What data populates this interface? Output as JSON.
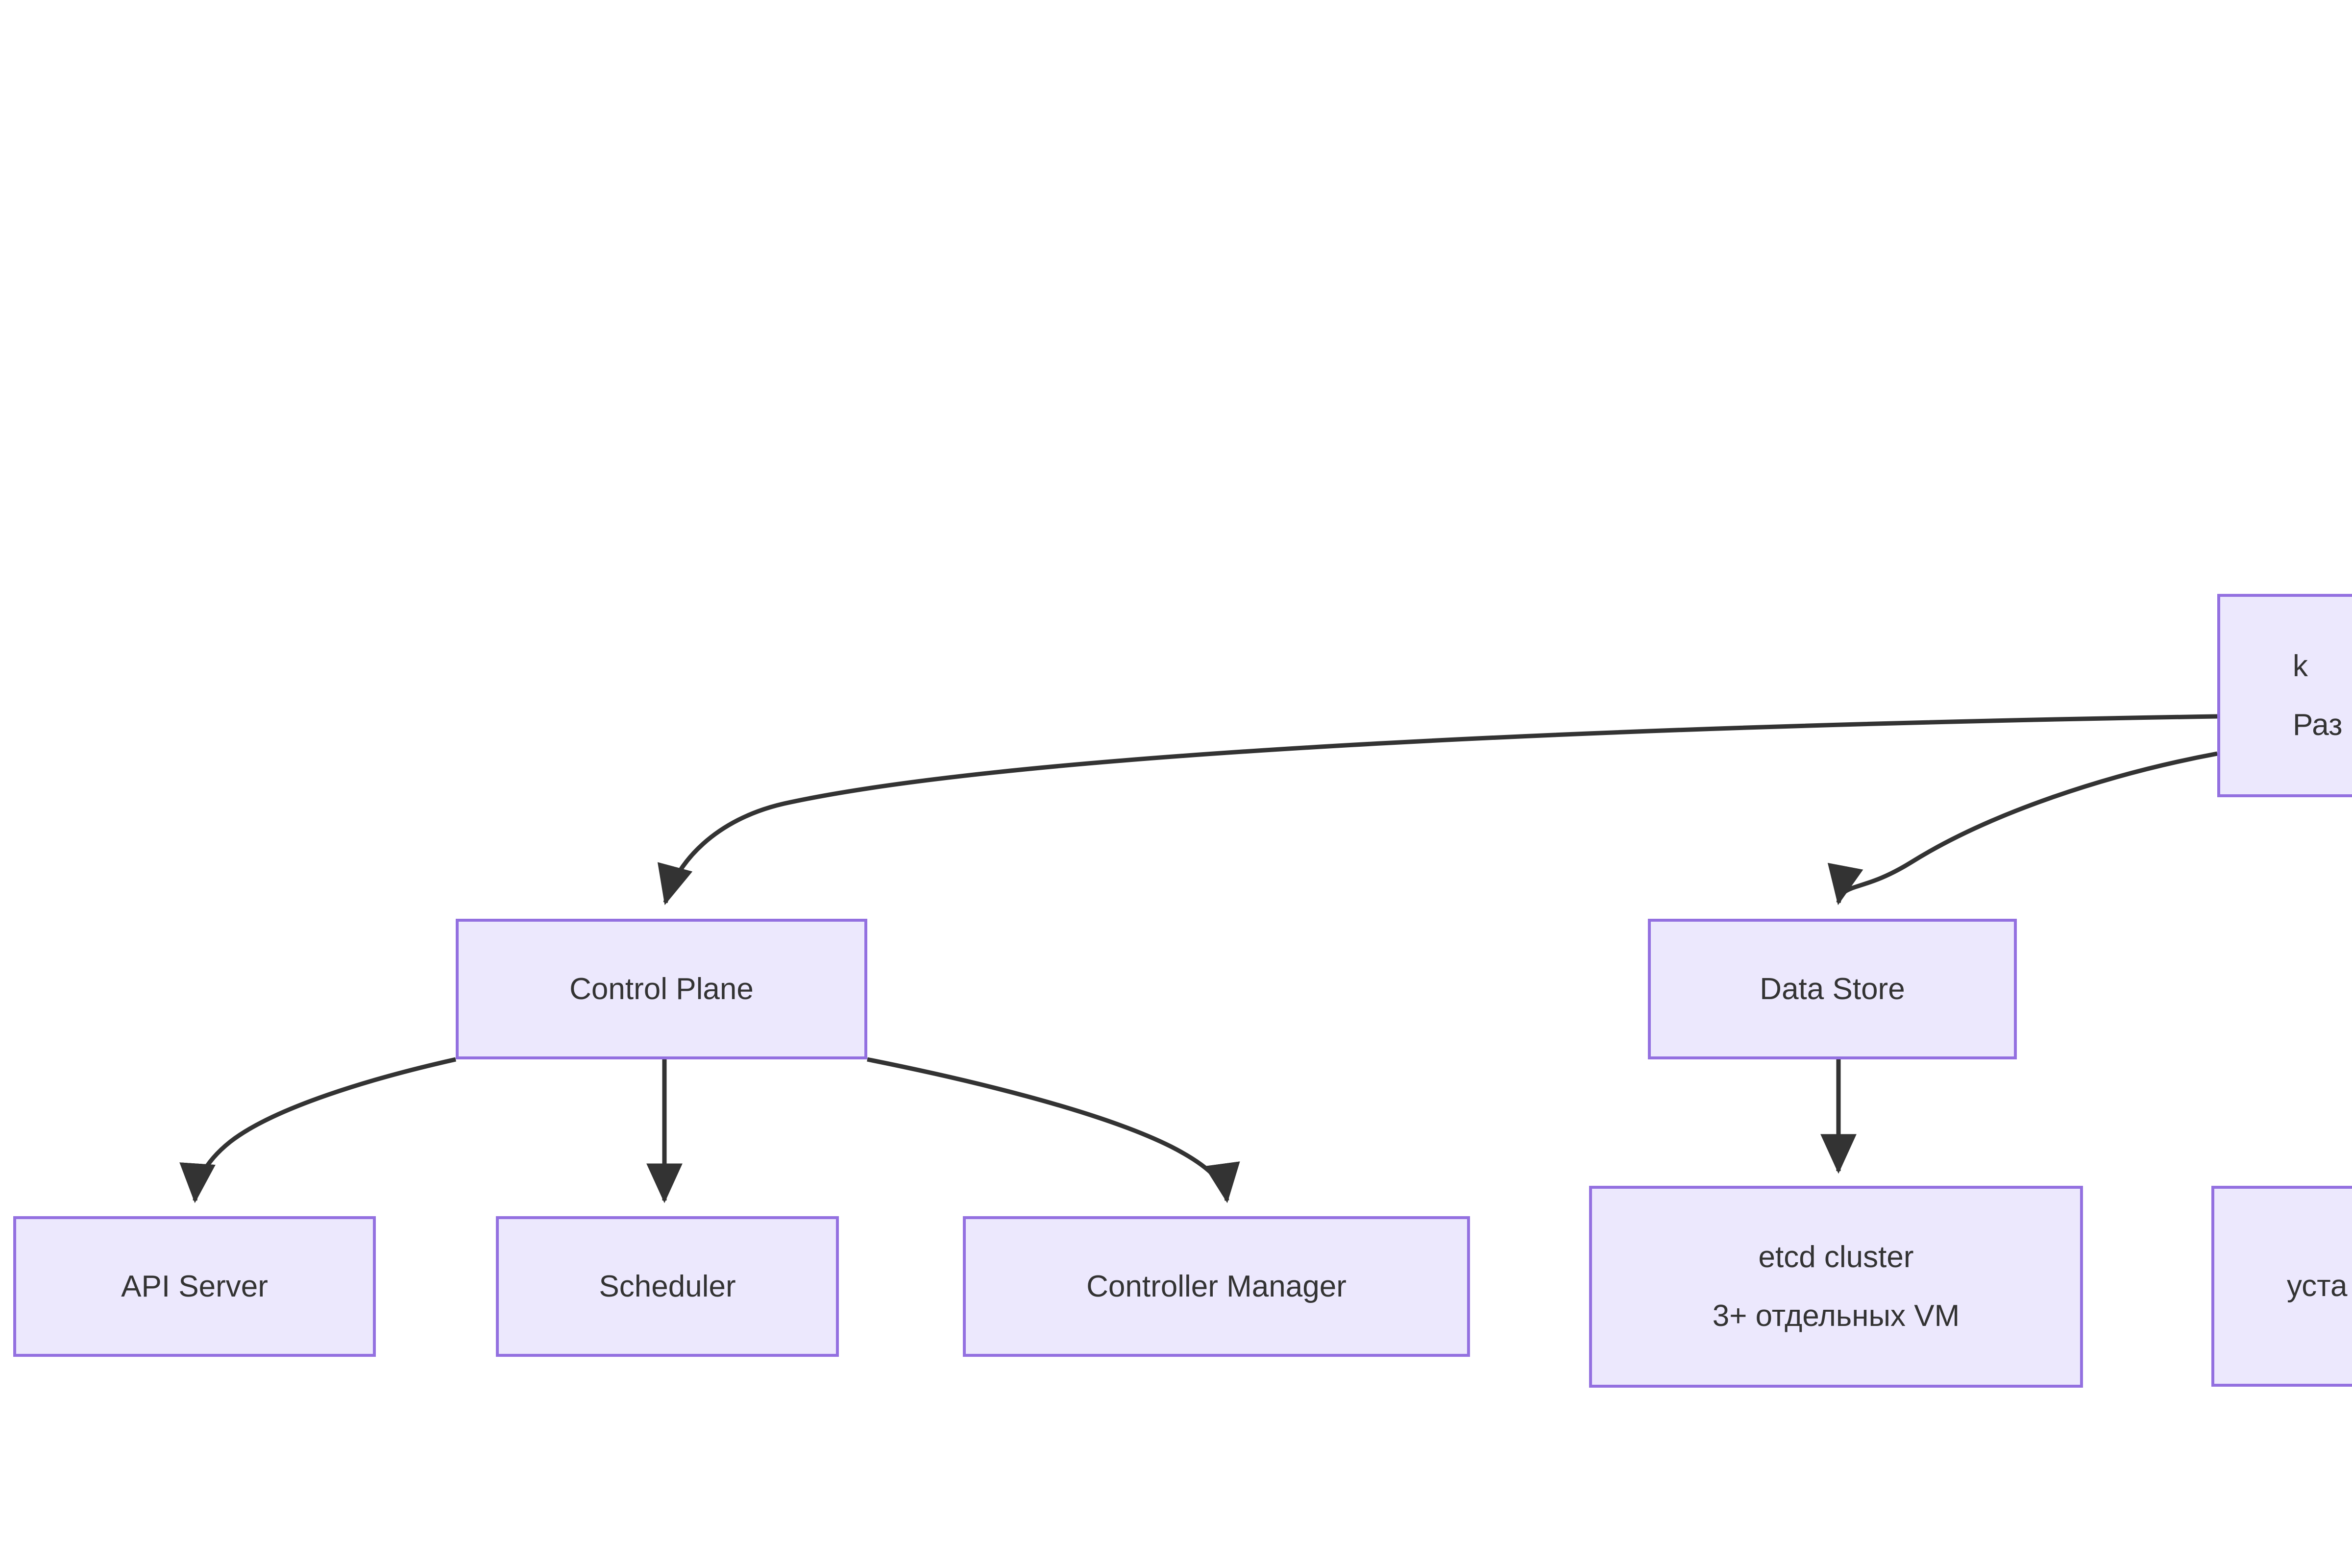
{
  "diagram": {
    "type": "flowchart",
    "direction": "top-down",
    "theme": {
      "node_fill": "#ECE8FD",
      "node_border": "#9370E0",
      "text_color": "#333333",
      "edge_color": "#333333",
      "background": "#FFFFFF"
    },
    "nodes": [
      {
        "id": "k8s-root",
        "lines": [
          "k",
          "Раз"
        ],
        "clipped": true,
        "note": "cut off by right edge of screenshot"
      },
      {
        "id": "control-plane",
        "lines": [
          "Control Plane"
        ],
        "clipped": false
      },
      {
        "id": "data-store",
        "lines": [
          "Data Store"
        ],
        "clipped": false
      },
      {
        "id": "api-server",
        "lines": [
          "API Server"
        ],
        "clipped": false
      },
      {
        "id": "scheduler",
        "lines": [
          "Scheduler"
        ],
        "clipped": false
      },
      {
        "id": "controller-manager",
        "lines": [
          "Controller Manager"
        ],
        "clipped": false
      },
      {
        "id": "etcd-cluster",
        "lines": [
          "etcd cluster",
          "3+ отдельных VM"
        ],
        "clipped": false
      },
      {
        "id": "install-node",
        "lines": [
          "уста"
        ],
        "clipped": true,
        "note": "cut off by right edge of screenshot"
      }
    ],
    "edges": [
      {
        "from": "k8s-root",
        "to": "control-plane",
        "arrow": "end"
      },
      {
        "from": "k8s-root",
        "to": "data-store",
        "arrow": "end"
      },
      {
        "from": "control-plane",
        "to": "api-server",
        "arrow": "end"
      },
      {
        "from": "control-plane",
        "to": "scheduler",
        "arrow": "end"
      },
      {
        "from": "control-plane",
        "to": "controller-manager",
        "arrow": "end"
      },
      {
        "from": "data-store",
        "to": "etcd-cluster",
        "arrow": "end"
      }
    ]
  }
}
